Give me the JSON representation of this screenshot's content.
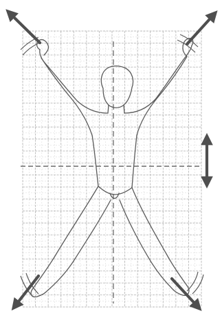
{
  "figure": {
    "grid_columns": 14,
    "grid_rows": 23,
    "colors": {
      "background": "#ffffff",
      "grid": "#b9b9b9",
      "grid_minor": "#d6d6d6",
      "outline": "#5a5a5a",
      "dashed_line": "#6a6a6a",
      "arrow": "#4f4f4f"
    },
    "arrows": [
      {
        "name": "arrow-upper-left",
        "direction": "up-left"
      },
      {
        "name": "arrow-upper-right",
        "direction": "up-right"
      },
      {
        "name": "arrow-lower-left",
        "direction": "down-left"
      },
      {
        "name": "arrow-lower-right",
        "direction": "down-right"
      },
      {
        "name": "arrow-vertical",
        "direction": "up-down"
      }
    ]
  }
}
